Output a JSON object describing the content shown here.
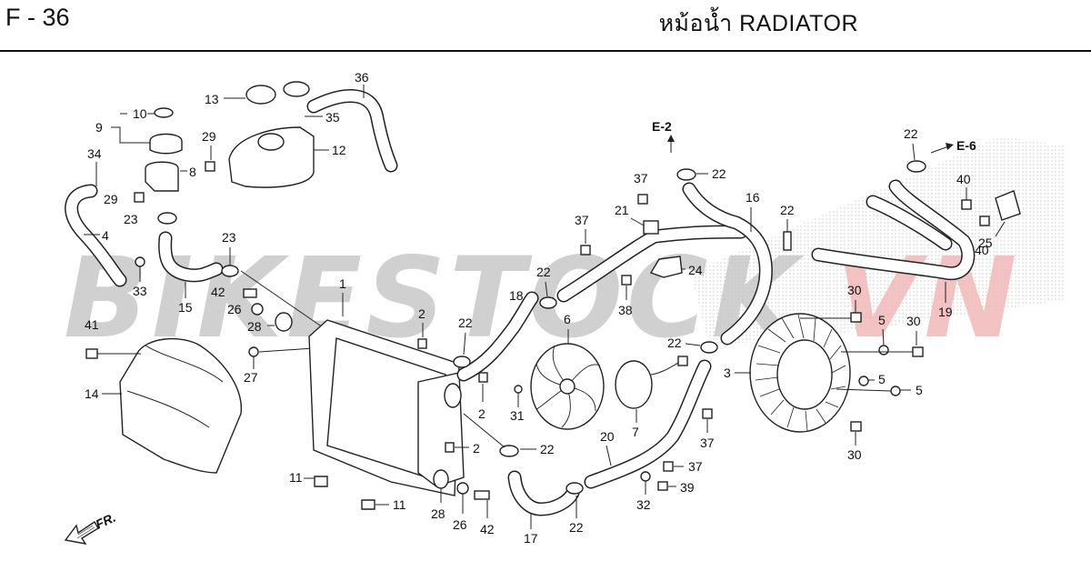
{
  "header": {
    "page_code": "F - 36",
    "title": "หม้อน้ำ   RADIATOR"
  },
  "watermark": {
    "part1": "BIKESTOCK",
    "part2": "VN",
    "color_gray": "#c8c8c8",
    "color_red": "#f2b8b8"
  },
  "callouts": {
    "c1": "1",
    "c2": "2",
    "c3": "3",
    "c4": "4",
    "c5": "5",
    "c6": "6",
    "c7": "7",
    "c8": "8",
    "c9": "9",
    "c10": "10",
    "c11": "11",
    "c12": "12",
    "c13": "13",
    "c14": "14",
    "c15": "15",
    "c16": "16",
    "c17": "17",
    "c18": "18",
    "c19": "19",
    "c20": "20",
    "c21": "21",
    "c22": "22",
    "c23": "23",
    "c24": "24",
    "c25": "25",
    "c26": "26",
    "c27": "27",
    "c28": "28",
    "c29": "29",
    "c30": "30",
    "c31": "31",
    "c32": "32",
    "c33": "33",
    "c34": "34",
    "c35": "35",
    "c36": "36",
    "c37": "37",
    "c38": "38",
    "c39": "39",
    "c40": "40",
    "c41": "41",
    "c42": "42"
  },
  "refs": {
    "e2": "E-2",
    "e6": "E-6",
    "front": "FR."
  }
}
